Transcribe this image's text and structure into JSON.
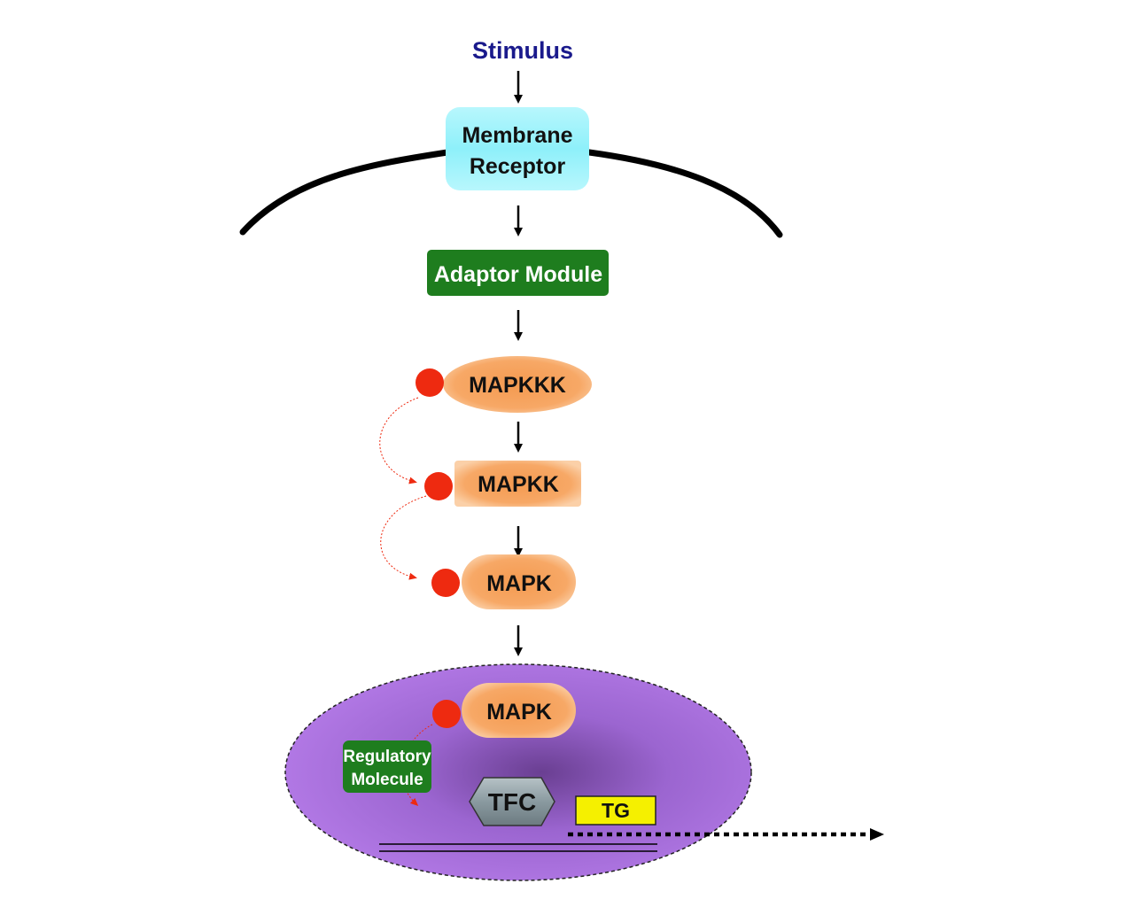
{
  "diagram": {
    "stimulus": "Stimulus",
    "receptor": {
      "line1": "Membrane",
      "line2": "Receptor"
    },
    "adaptor": "Adaptor Module",
    "mapkkk": "MAPKKK",
    "mapkk": "MAPKK",
    "mapk": "MAPK",
    "nuclear_mapk": "MAPK",
    "regulatory": {
      "line1": "Regulatory",
      "line2": "Molecule"
    },
    "tfc": "TFC",
    "tg": "TG"
  },
  "colors": {
    "stimulus_text": "#1a1a8c",
    "receptor_fill": "#8ef0fa",
    "adaptor_fill": "#1e7d1e",
    "kinase_fill": "#f7a866",
    "phospho_dot": "#ee2a10",
    "nucleus_fill": "#b57be8",
    "tfc_fill": "#8a9aa0",
    "tg_fill": "#f5f000",
    "membrane": "#000000"
  }
}
